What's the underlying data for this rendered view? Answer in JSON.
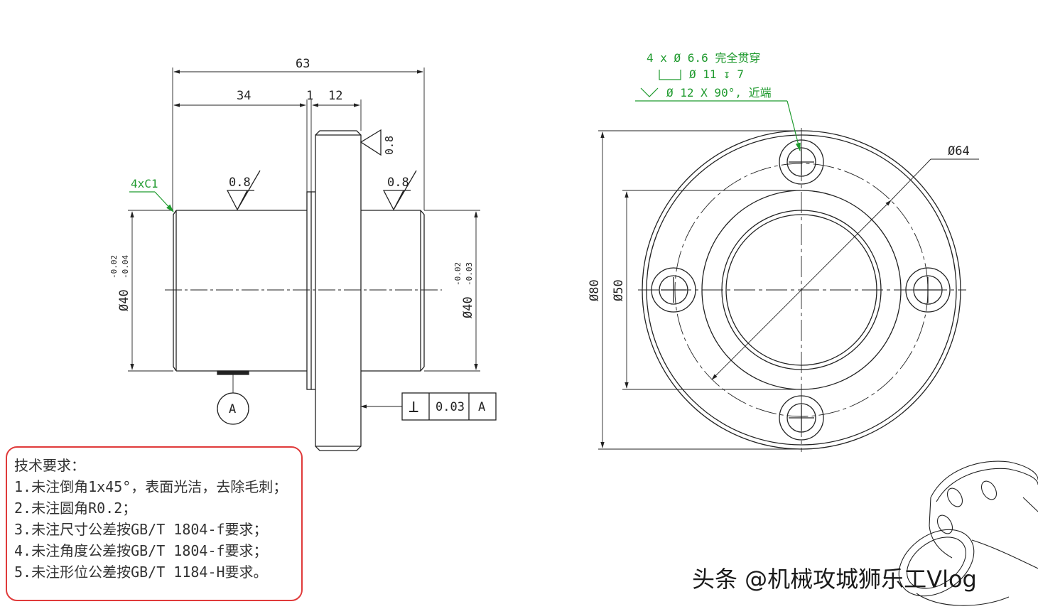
{
  "left_view": {
    "dim_overall": "63",
    "dim_shaft": "34",
    "dim_gap": "1",
    "dim_flange": "12",
    "chamfer_note": "4xC1",
    "roughness_left": "0.8",
    "roughness_right": "0.8",
    "roughness_flange": "0.8",
    "dia_left_main": "Ø40",
    "dia_left_tol_upper": "-0.02",
    "dia_left_tol_lower": "-0.04",
    "dia_right_main": "Ø40",
    "dia_right_tol_upper": "-0.02",
    "dia_right_tol_lower": "-0.03",
    "datum_label": "A",
    "fcf_symbol": "⊥",
    "fcf_tolerance": "0.03",
    "fcf_datum": "A"
  },
  "right_view": {
    "hole_note_line1": "4 x Ø 6.6 完全贯穿",
    "hole_note_line2": "Ø 11 ↧ 7",
    "hole_note_line3": "Ø 12 X 90°, 近端",
    "dia_pcd": "Ø64",
    "dia_outer": "Ø80",
    "dia_inner": "Ø50"
  },
  "tech_requirements": {
    "title": "技术要求：",
    "items": [
      "1.未注倒角1x45°，表面光洁，去除毛刺；",
      "2.未注圆角R0.2；",
      "3.未注尺寸公差按GB/T 1804-f要求；",
      "4.未注角度公差按GB/T 1804-f要求；",
      "5.未注形位公差按GB/T 1184-H要求。"
    ]
  },
  "watermark": "头条 @机械攻城狮乐工Vlog",
  "colors": {
    "line": "#222222",
    "annotation_green": "#1f9a2e",
    "box_border": "#e03a3a"
  }
}
